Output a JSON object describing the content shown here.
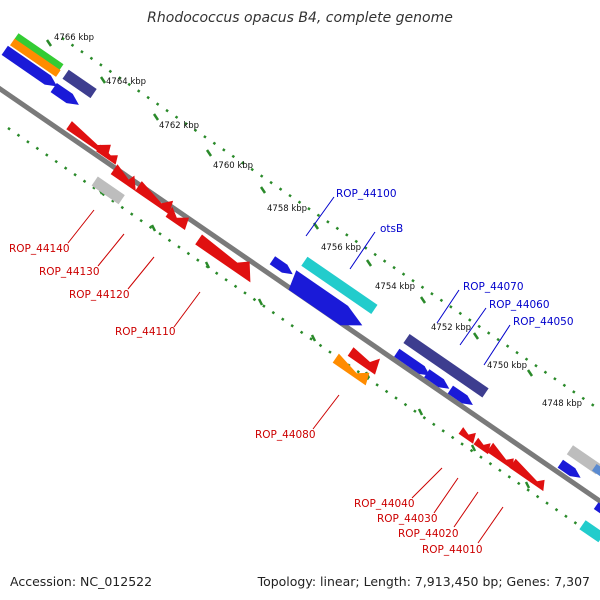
{
  "title": "Rhodococcus opacus B4, complete genome",
  "footer": {
    "accession": "Accession: NC_012522",
    "summary": "Topology: linear; Length: 7,913,450 bp; Genes: 7,307"
  },
  "scale_labels": [
    "4766 kbp",
    "4764 kbp",
    "4762 kbp",
    "4760 kbp",
    "4758 kbp",
    "4756 kbp",
    "4754 kbp",
    "4752 kbp",
    "4750 kbp",
    "4748 kbp"
  ],
  "top_strand_labels": [
    "ROP_44100",
    "otsB",
    "ROP_44070",
    "ROP_44060",
    "ROP_44050"
  ],
  "bottom_strand_labels": [
    "ROP_44140",
    "ROP_44130",
    "ROP_44120",
    "ROP_44110",
    "ROP_44080",
    "ROP_44040",
    "ROP_44030",
    "ROP_44020",
    "ROP_44010"
  ],
  "colors": {
    "backbone": "#7a7a7a",
    "ruler_dots": "#2a8a2a",
    "label_top": "#0000cc",
    "label_bottom": "#cc0000",
    "gene_blue": "#1a1ad8",
    "gene_navy": "#3d3d8f",
    "gene_cyan": "#22cccc",
    "gene_red": "#e01010",
    "gene_orange": "#ff8c00",
    "gene_green": "#33cc33",
    "gene_gray": "#bdbdbd",
    "gene_steelblue": "#5a8ad0"
  }
}
